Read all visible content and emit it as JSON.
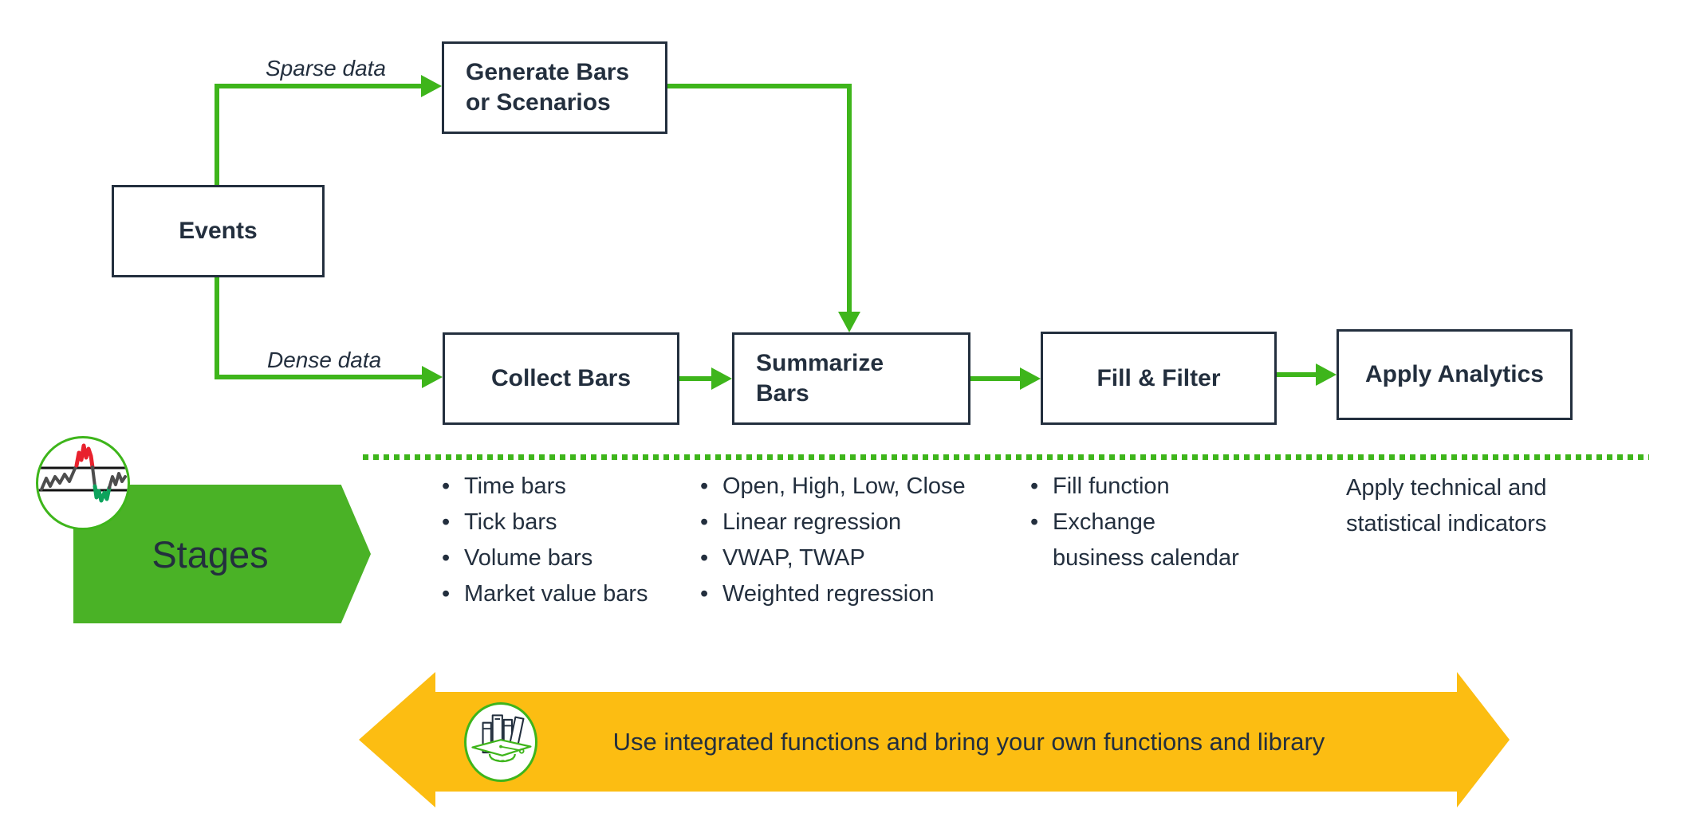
{
  "colors": {
    "navy": "#232f3e",
    "green": "#3eb51b",
    "chevron": "#4ab226",
    "yellow": "#fcbd12",
    "red": "#e8212d",
    "chart_green": "#0da35c"
  },
  "flow": {
    "boxes": {
      "generate": {
        "label": "Generate Bars or Scenarios"
      },
      "events": {
        "label": "Events"
      },
      "collect": {
        "label": "Collect Bars"
      },
      "summarize": {
        "label": "Summarize Bars"
      },
      "fill": {
        "label": "Fill & Filter"
      },
      "apply": {
        "label": "Apply Analytics"
      }
    },
    "edge_labels": {
      "sparse": "Sparse data",
      "dense": "Dense data"
    }
  },
  "stages": {
    "label": "Stages",
    "columns": {
      "collect_bars": {
        "items": [
          "Time bars",
          "Tick bars",
          "Volume bars",
          "Market value bars"
        ]
      },
      "summarize_bars": {
        "items": [
          "Open, High, Low, Close",
          "Linear regression",
          "VWAP, TWAP",
          "Weighted regression"
        ]
      },
      "fill_filter": {
        "items": [
          "Fill function",
          "Exchange business calendar"
        ]
      },
      "apply_analytics": {
        "note": "Apply technical and statistical indicators"
      }
    }
  },
  "banner": {
    "text": "Use integrated functions and bring your own functions and library"
  },
  "icons": {
    "stages": "price-spike-chart-icon",
    "banner": "library-books-graduation-cap-icon"
  }
}
